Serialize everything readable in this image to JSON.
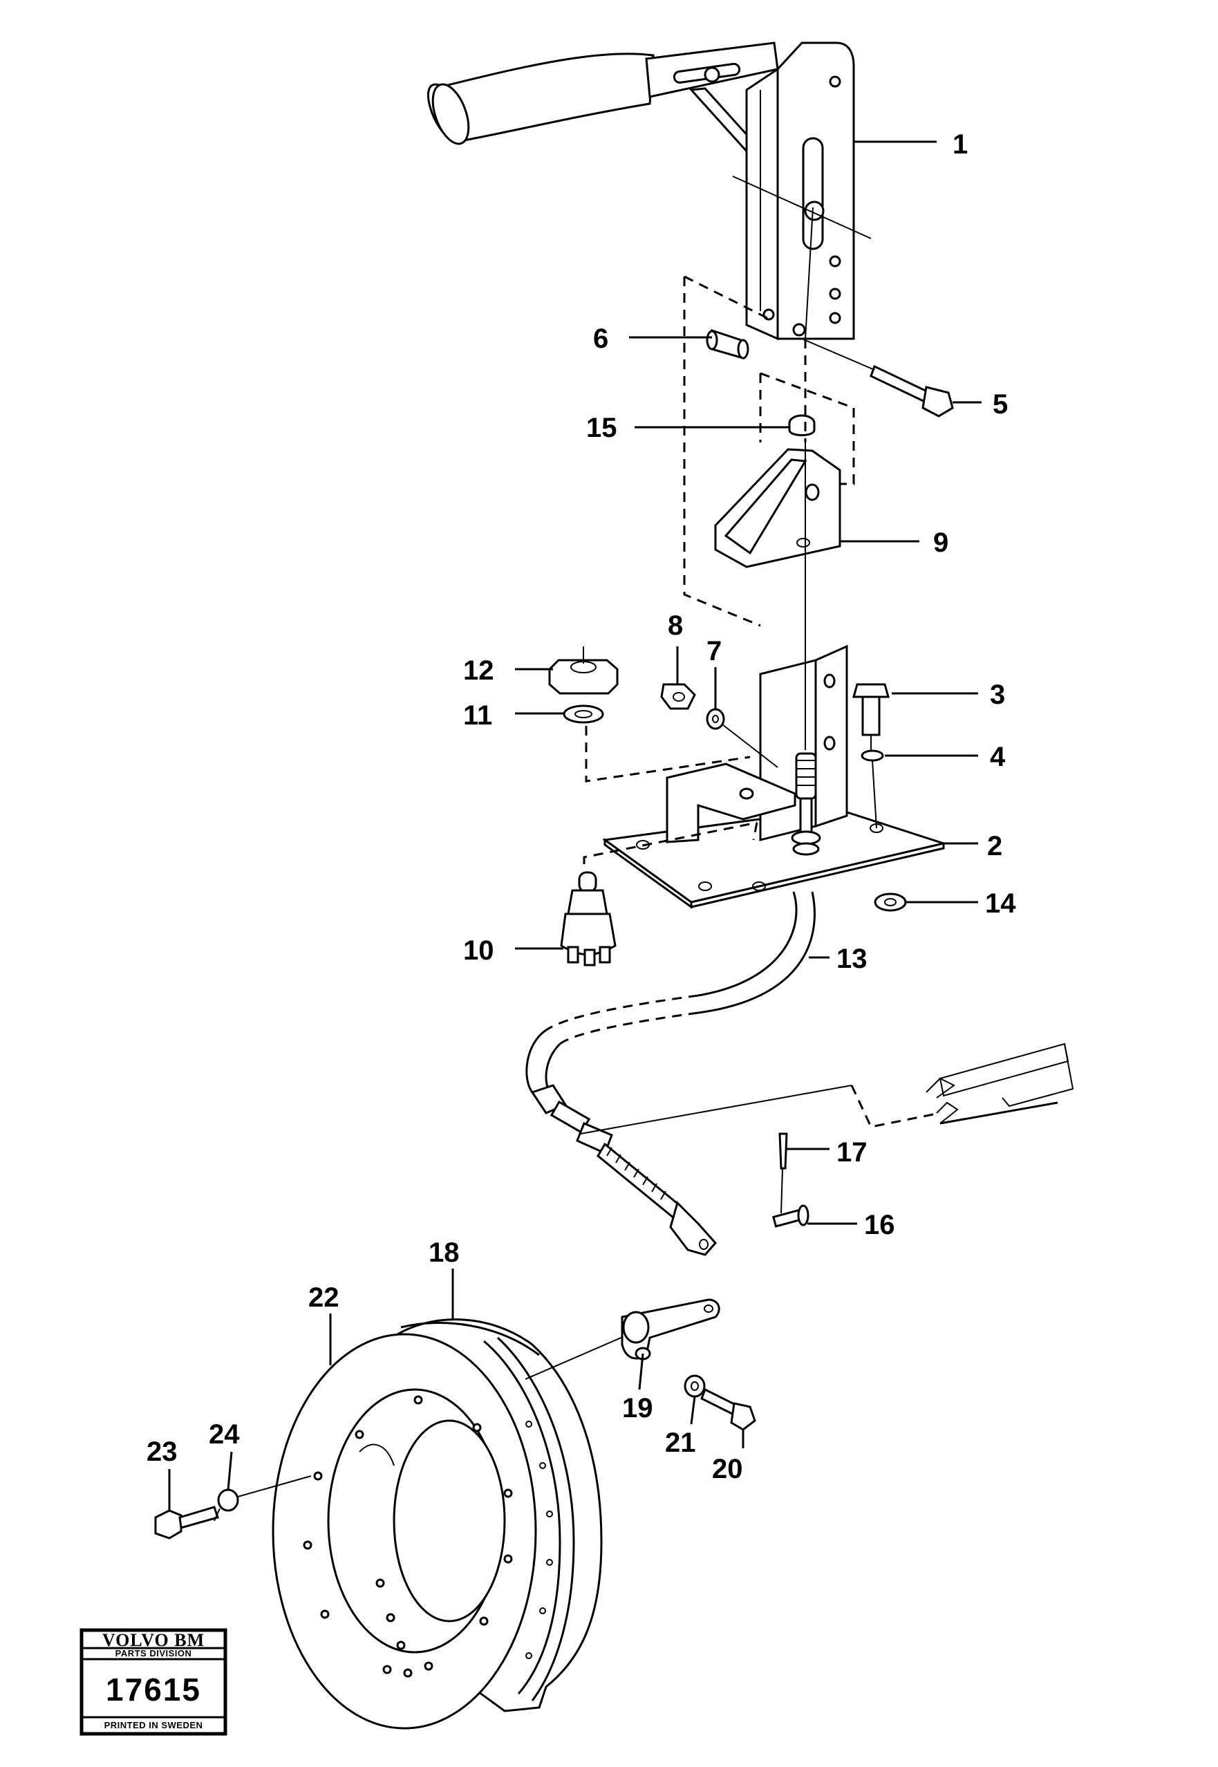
{
  "callouts": [
    {
      "id": "c1",
      "label": "1"
    },
    {
      "id": "c2",
      "label": "2"
    },
    {
      "id": "c3",
      "label": "3"
    },
    {
      "id": "c4",
      "label": "4"
    },
    {
      "id": "c5",
      "label": "5"
    },
    {
      "id": "c6",
      "label": "6"
    },
    {
      "id": "c7",
      "label": "7"
    },
    {
      "id": "c8",
      "label": "8"
    },
    {
      "id": "c9",
      "label": "9"
    },
    {
      "id": "c10",
      "label": "10"
    },
    {
      "id": "c11",
      "label": "11"
    },
    {
      "id": "c12",
      "label": "12"
    },
    {
      "id": "c13",
      "label": "13"
    },
    {
      "id": "c14",
      "label": "14"
    },
    {
      "id": "c15",
      "label": "15"
    },
    {
      "id": "c16",
      "label": "16"
    },
    {
      "id": "c17",
      "label": "17"
    },
    {
      "id": "c18",
      "label": "18"
    },
    {
      "id": "c19",
      "label": "19"
    },
    {
      "id": "c20",
      "label": "20"
    },
    {
      "id": "c21",
      "label": "21"
    },
    {
      "id": "c22",
      "label": "22"
    },
    {
      "id": "c23",
      "label": "23"
    },
    {
      "id": "c24",
      "label": "24"
    }
  ],
  "stamp": {
    "brand": "VOLVO BM",
    "division": "PARTS DIVISION",
    "number": "17615",
    "footer": "PRINTED IN SWEDEN"
  }
}
